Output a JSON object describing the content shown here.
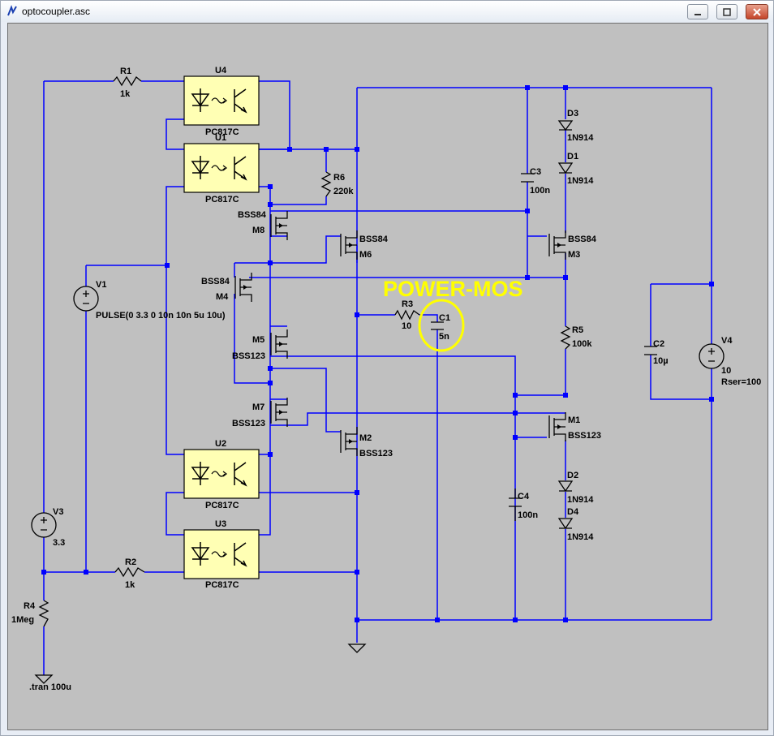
{
  "window": {
    "title": "optocoupler.asc"
  },
  "colors": {
    "wire": "#0000ff",
    "part": "#000000",
    "opto_fill": "#ffffb4",
    "annotation": "#ffff00",
    "canvas": "#c0c0c0"
  },
  "components": {
    "R1": {
      "name": "R1",
      "value": "1k"
    },
    "R2": {
      "name": "R2",
      "value": "1k"
    },
    "R3": {
      "name": "R3",
      "value": "10"
    },
    "R4": {
      "name": "R4",
      "value": "1Meg"
    },
    "R5": {
      "name": "R5",
      "value": "100k"
    },
    "R6": {
      "name": "R6",
      "value": "220k"
    },
    "C1": {
      "name": "C1",
      "value": "5n"
    },
    "C2": {
      "name": "C2",
      "value": "10µ"
    },
    "C3": {
      "name": "C3",
      "value": "100n"
    },
    "C4": {
      "name": "C4",
      "value": "100n"
    },
    "D1": {
      "name": "D1",
      "value": "1N914"
    },
    "D2": {
      "name": "D2",
      "value": "1N914"
    },
    "D3": {
      "name": "D3",
      "value": "1N914"
    },
    "D4": {
      "name": "D4",
      "value": "1N914"
    },
    "U1": {
      "name": "U1",
      "value": "PC817C"
    },
    "U2": {
      "name": "U2",
      "value": "PC817C"
    },
    "U3": {
      "name": "U3",
      "value": "PC817C"
    },
    "U4": {
      "name": "U4",
      "value": "PC817C"
    },
    "M1": {
      "name": "M1",
      "value": "BSS123"
    },
    "M2": {
      "name": "M2",
      "value": "BSS123"
    },
    "M3": {
      "name": "M3",
      "value": "BSS84"
    },
    "M4": {
      "name": "M4",
      "value": "BSS84"
    },
    "M5": {
      "name": "M5",
      "value": "BSS123"
    },
    "M6": {
      "name": "M6",
      "value": "BSS84"
    },
    "M7": {
      "name": "M7",
      "value": "BSS123"
    },
    "M8": {
      "name": "M8",
      "value": "BSS84"
    },
    "V1": {
      "name": "V1",
      "value": "PULSE(0 3.3 0 10n 10n 5u 10u)"
    },
    "V3": {
      "name": "V3",
      "value": "3.3"
    },
    "V4": {
      "name": "V4",
      "value": "10",
      "extra": "Rser=100"
    }
  },
  "directive": ".tran 100u",
  "annotation": {
    "text": "POWER-MOS"
  }
}
